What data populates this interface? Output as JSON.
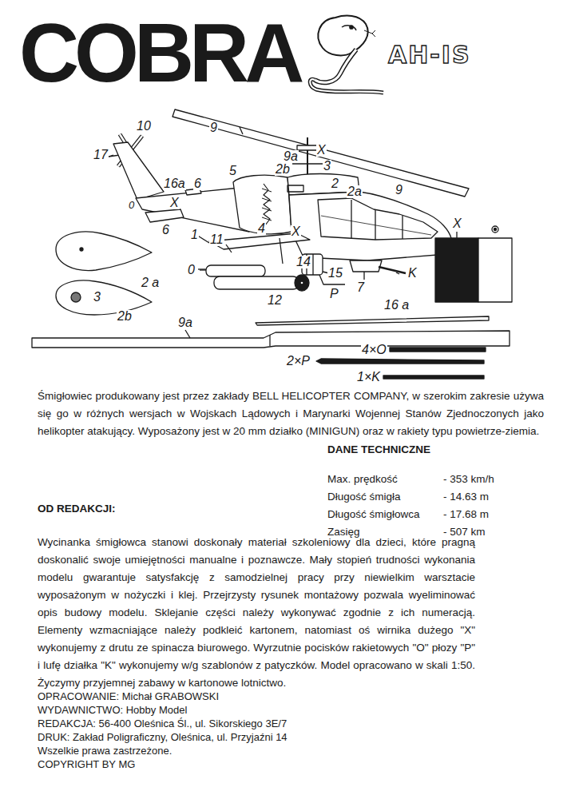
{
  "diagram": {
    "title": "COBRA",
    "labels": [
      "AH-IS",
      "10",
      "17",
      "9",
      "9a",
      "X",
      "3",
      "2b",
      "16a",
      "6",
      "5",
      "2",
      "2a",
      "9",
      "0",
      "X",
      "6",
      "1",
      "11",
      "4",
      "X",
      "0",
      "14",
      "15",
      "12",
      "P",
      "7",
      "K",
      "X",
      "2 a",
      "3",
      "2b",
      "9a",
      "16 a",
      "4×O",
      "2×P",
      "1×K",
      "Śmigłowiec produkowany jest przez zakłady BELL HELICOPTER COMPANY, w szerokim zakresie używa się go w różnych wersjach w Wojskach Lądowych i Marynarki Wojennej Stanów Zjednoczonych jako helikopter atakujący. Wyposażony jest w 20 mm działko (MINIGUN) oraz w rakiety typu powietrze-ziemia.",
      "DANE TECHNICZNE",
      "Max. prędkość",
      "- 353 km/h",
      "Długość śmigła",
      "- 14.63 m",
      "Długość śmigłowca",
      "- 17.68 m",
      "Zasięg",
      "- 507 km",
      "OD REDAKCJI:",
      "Wycinanka śmigłowca stanowi doskonały materiał szkoleniowy dla dzieci, które pragną doskonalić swoje umiejętności manualne i poznawcze. Mały stopień trudności wykonania modelu gwarantuje satysfakcję z samodzielnej pracy przy niewielkim warsztacie wyposażonym w nożyczki i klej. Przejrzysty rysunek montażowy pozwala wyeliminować opis budowy modelu. Sklejanie części należy wykonywać zgodnie z ich numeracją. Elementy wzmacniające należy podkleić kartonem, natomiast oś wirnika dużego \"X\" wykonujemy z drutu ze spinacza biurowego. Wyrzutnie pocisków rakietowych \"O\" płozy \"P\" i lufę działka \"K\" wykonujemy w/g szablonów z patyczków. Model opracowano w skali 1:50. Życzymy przyjemnej zabawy w kartonowe lotnictwo.",
      "OPRACOWANIE: Michał GRABOWSKI",
      "WYDAWNICTWO: Hobby Model",
      "REDAKCJA: 56-400 Oleśnica Śl., ul. Sikorskiego 3E/7",
      "DRUK: Zakład Poligraficzny, Oleśnica, ul. Przyjaźni 14",
      "Wszelkie prawa zastrzeżone.",
      "COPYRIGHT BY MG"
    ]
  }
}
